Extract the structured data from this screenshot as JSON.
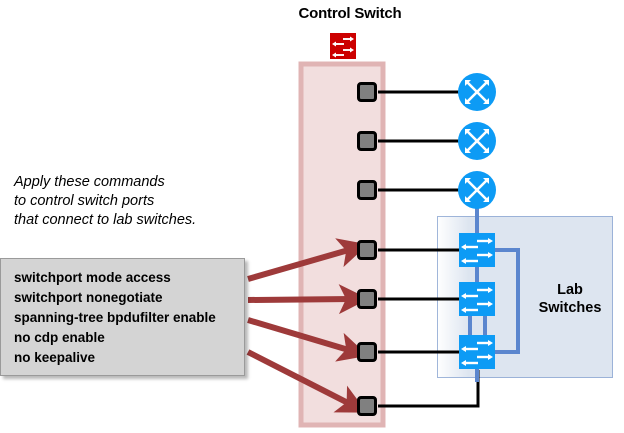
{
  "title": "Control Switch",
  "colors": {
    "control_switch_icon": "#cc0000",
    "control_column": "#f2dede",
    "control_column_border": "#e0b4b4",
    "lab_group": "#dde5f0",
    "lab_group_border": "#8fa9d4",
    "device_blue": "#0d9bf5",
    "link_black": "#000000",
    "link_blue": "#5b86ce",
    "arrow_red": "#9e3a3a",
    "port_fill": "#808080",
    "command_box": "#d4d4d4"
  },
  "note": {
    "line1": "Apply these commands",
    "line2": "to control switch ports",
    "line3": "that connect to lab switches."
  },
  "commands": [
    "switchport mode access",
    "switchport nonegotiate",
    "spanning-tree bpdufilter enable",
    "no cdp enable",
    "no keepalive"
  ],
  "lab_group": {
    "label_line1": "Lab",
    "label_line2": "Switches"
  },
  "control_switch": {
    "icon_name": "switch-icon",
    "ports": [
      {
        "id": "port-1",
        "connects_to": "router-1"
      },
      {
        "id": "port-2",
        "connects_to": "router-2"
      },
      {
        "id": "port-3",
        "connects_to": "router-3"
      },
      {
        "id": "port-4",
        "connects_to": "lab-switch-1"
      },
      {
        "id": "port-5",
        "connects_to": "lab-switch-2"
      },
      {
        "id": "port-6",
        "connects_to": "lab-switch-3"
      },
      {
        "id": "port-7",
        "connects_to": "lab-switch-3"
      }
    ]
  },
  "devices": {
    "routers": [
      {
        "id": "router-1",
        "icon_name": "router-icon"
      },
      {
        "id": "router-2",
        "icon_name": "router-icon"
      },
      {
        "id": "router-3",
        "icon_name": "router-icon"
      }
    ],
    "lab_switches": [
      {
        "id": "lab-switch-1",
        "icon_name": "switch-icon"
      },
      {
        "id": "lab-switch-2",
        "icon_name": "switch-icon"
      },
      {
        "id": "lab-switch-3",
        "icon_name": "switch-icon"
      }
    ]
  },
  "annotation_arrows": 4
}
